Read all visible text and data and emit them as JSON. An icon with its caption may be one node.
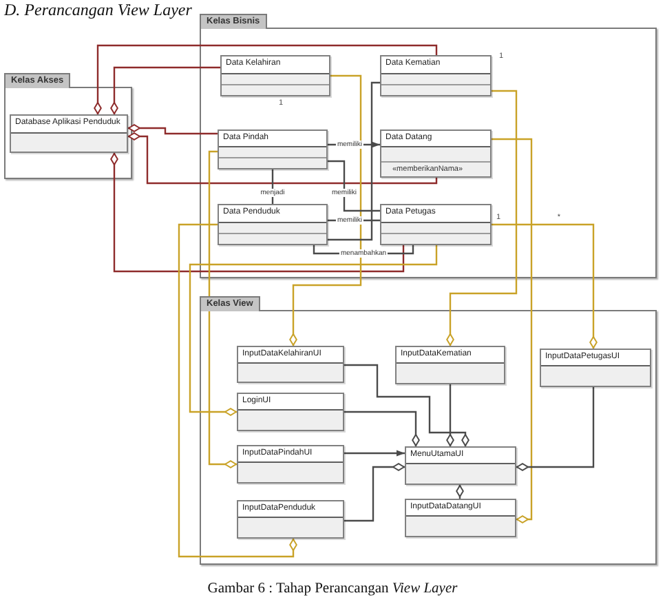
{
  "diagram": {
    "title": "D. Perancangan View Layer",
    "caption": "Gambar 6 : Tahap Perancangan *View Layer*",
    "nodes": [
      {
        "text": [
          "Kelas Bisnis"
        ]
      },
      {
        "text": [
          "Data Kelahiran"
        ],
        "in": 0,
        "beside": [
          "1"
        ]
      },
      {
        "text": [
          "Data Kematian"
        ],
        "in": 0
      },
      {
        "text": [
          "Data Pindah"
        ],
        "in": 0
      },
      {
        "text": [
          "Data Datang",
          "«memberikanNama»"
        ],
        "in": 0
      },
      {
        "text": [
          "Data Penduduk"
        ],
        "in": 0
      },
      {
        "text": [
          "Data Petugas"
        ],
        "in": 0
      },
      {
        "text": [
          "Kelas Akses"
        ]
      },
      {
        "text": [
          "Database Aplikasi Penduduk"
        ],
        "in": 7
      },
      {
        "text": [
          "Kelas View"
        ]
      },
      {
        "text": [
          "InputDataKelahiranUI"
        ],
        "in": 9
      },
      {
        "text": [
          "InputDataKematian"
        ],
        "in": 9
      },
      {
        "text": [
          "InputDataPetugasUI"
        ],
        "in": 9
      },
      {
        "text": [
          "LoginUI"
        ],
        "in": 9
      },
      {
        "text": [
          "InputDataPindahUI"
        ],
        "in": 9
      },
      {
        "text": [
          "MenuUtamaUI"
        ],
        "in": 9
      },
      {
        "text": [
          "InputDataPenduduk"
        ],
        "in": 9
      },
      {
        "text": [
          "InputDataDatangUI"
        ],
        "in": 9
      }
    ],
    "edges": [
      {
        "from": 8,
        "to": 2,
        "arrow": "other",
        "color": "#8e2b2b"
      },
      {
        "from": 8,
        "to": 1,
        "arrow": "other",
        "color": "#8e2b2b"
      },
      {
        "from": 8,
        "to": 3,
        "arrow": "other",
        "color": "#8e2b2b"
      },
      {
        "from": 8,
        "to": 4,
        "arrow": "other",
        "color": "#8e2b2b"
      },
      {
        "from": 8,
        "to": 6,
        "arrow": "other",
        "color": "#8e2b2b"
      },
      {
        "from": 10,
        "to": 1,
        "arrow": "other",
        "color": "#c9a227"
      },
      {
        "from": 11,
        "to": 2,
        "arrow": "other",
        "color": "#c9a227"
      },
      {
        "from": 17,
        "to": 4,
        "arrow": "other",
        "color": "#c9a227"
      },
      {
        "from": 12,
        "to": 6,
        "arrow": "other",
        "color": "#c9a227"
      },
      {
        "from": 14,
        "to": 3,
        "arrow": "other",
        "color": "#c9a227"
      },
      {
        "from": 16,
        "to": 5,
        "arrow": "other",
        "color": "#c9a227"
      },
      {
        "from": 13,
        "to": 6,
        "arrow": "other",
        "color": "#c9a227"
      },
      {
        "from": 3,
        "to": 4,
        "arrow": "to",
        "label": "memiliki"
      },
      {
        "from": 3,
        "to": 5,
        "arrow": "none",
        "label": "menjadi"
      },
      {
        "from": 3,
        "to": 6,
        "arrow": "none",
        "label": "memiliki"
      },
      {
        "from": 5,
        "to": 6,
        "arrow": "none",
        "label": "memiliki"
      },
      {
        "from": 5,
        "to": 6,
        "arrow": "none",
        "label": "menambahkan"
      },
      {
        "from": 2,
        "to": 5,
        "arrow": "none"
      },
      {
        "from": 15,
        "to": 10,
        "arrow": "other"
      },
      {
        "from": 15,
        "to": 13,
        "arrow": "other"
      },
      {
        "from": 15,
        "to": 11,
        "arrow": "other"
      },
      {
        "from": 14,
        "to": 15,
        "arrow": "to"
      },
      {
        "from": 15,
        "to": 16,
        "arrow": "other"
      },
      {
        "from": 15,
        "to": 12,
        "arrow": "other"
      },
      {
        "from": 15,
        "to": 17,
        "arrow": "other"
      }
    ],
    "labels": [
      "1",
      "1",
      "*"
    ]
  }
}
